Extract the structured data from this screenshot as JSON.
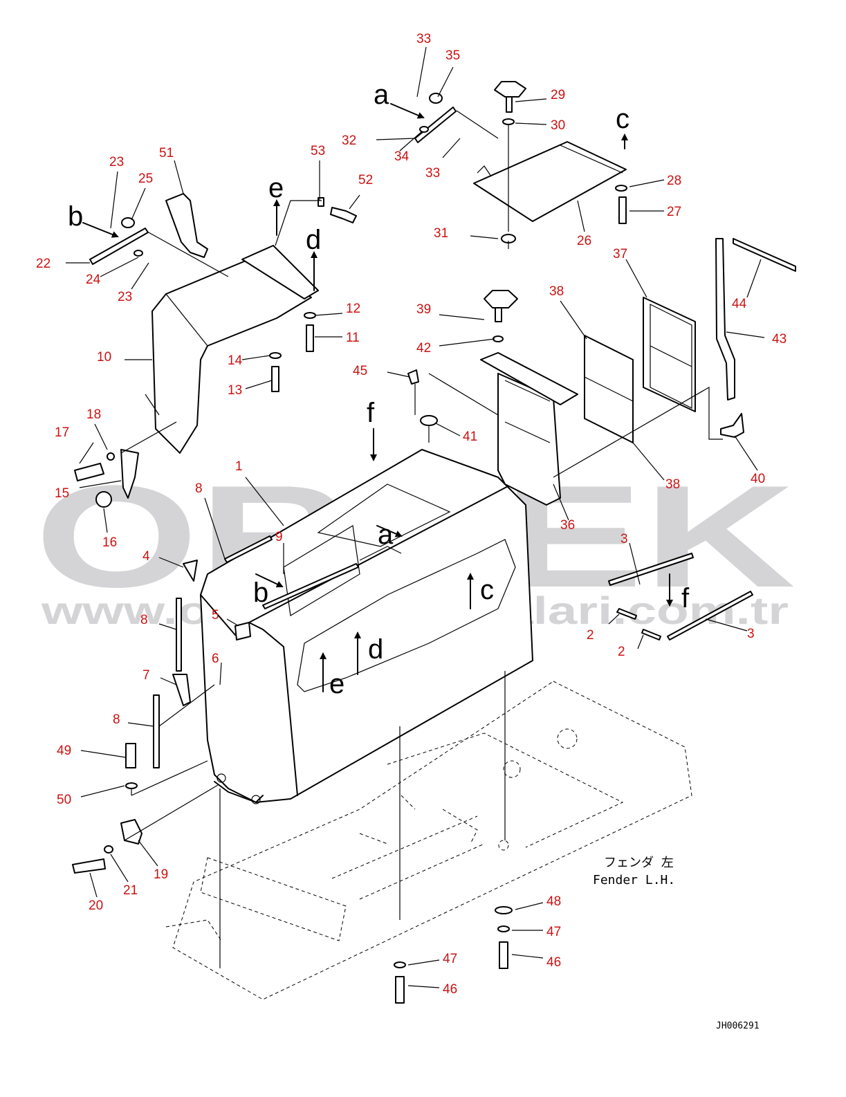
{
  "watermark": {
    "brand": "ORNEK",
    "url": "www.orneksmakinalari.com.tr"
  },
  "caption": {
    "japanese": "フェンダ 左",
    "english": "Fender L.H."
  },
  "drawing_code": "JH006291",
  "view_letters": [
    "a",
    "b",
    "c",
    "d",
    "e",
    "f"
  ],
  "callouts": [
    {
      "id": "c33a",
      "label": "33"
    },
    {
      "id": "c35",
      "label": "35"
    },
    {
      "id": "c32",
      "label": "32"
    },
    {
      "id": "c34",
      "label": "34"
    },
    {
      "id": "c33b",
      "label": "33"
    },
    {
      "id": "c29",
      "label": "29"
    },
    {
      "id": "c30",
      "label": "30"
    },
    {
      "id": "c28",
      "label": "28"
    },
    {
      "id": "c27",
      "label": "27"
    },
    {
      "id": "c31",
      "label": "31"
    },
    {
      "id": "c26",
      "label": "26"
    },
    {
      "id": "c23a",
      "label": "23"
    },
    {
      "id": "c25",
      "label": "25"
    },
    {
      "id": "c51",
      "label": "51"
    },
    {
      "id": "c53",
      "label": "53"
    },
    {
      "id": "c52",
      "label": "52"
    },
    {
      "id": "c22",
      "label": "22"
    },
    {
      "id": "c24",
      "label": "24"
    },
    {
      "id": "c23b",
      "label": "23"
    },
    {
      "id": "c10",
      "label": "10"
    },
    {
      "id": "c12",
      "label": "12"
    },
    {
      "id": "c11",
      "label": "11"
    },
    {
      "id": "c14",
      "label": "14"
    },
    {
      "id": "c13",
      "label": "13"
    },
    {
      "id": "c37",
      "label": "37"
    },
    {
      "id": "c38a",
      "label": "38"
    },
    {
      "id": "c39",
      "label": "39"
    },
    {
      "id": "c42",
      "label": "42"
    },
    {
      "id": "c45",
      "label": "45"
    },
    {
      "id": "c44",
      "label": "44"
    },
    {
      "id": "c43",
      "label": "43"
    },
    {
      "id": "c41",
      "label": "41"
    },
    {
      "id": "c40",
      "label": "40"
    },
    {
      "id": "c38b",
      "label": "38"
    },
    {
      "id": "c36",
      "label": "36"
    },
    {
      "id": "c18",
      "label": "18"
    },
    {
      "id": "c17",
      "label": "17"
    },
    {
      "id": "c15",
      "label": "15"
    },
    {
      "id": "c16",
      "label": "16"
    },
    {
      "id": "c1",
      "label": "1"
    },
    {
      "id": "c8a",
      "label": "8"
    },
    {
      "id": "c4",
      "label": "4"
    },
    {
      "id": "c9",
      "label": "9"
    },
    {
      "id": "c5",
      "label": "5"
    },
    {
      "id": "c8b",
      "label": "8"
    },
    {
      "id": "c6",
      "label": "6"
    },
    {
      "id": "c7",
      "label": "7"
    },
    {
      "id": "c8c",
      "label": "8"
    },
    {
      "id": "c3a",
      "label": "3"
    },
    {
      "id": "c2a",
      "label": "2"
    },
    {
      "id": "c2b",
      "label": "2"
    },
    {
      "id": "c3b",
      "label": "3"
    },
    {
      "id": "c49",
      "label": "49"
    },
    {
      "id": "c50",
      "label": "50"
    },
    {
      "id": "c19",
      "label": "19"
    },
    {
      "id": "c20",
      "label": "20"
    },
    {
      "id": "c21",
      "label": "21"
    },
    {
      "id": "c48",
      "label": "48"
    },
    {
      "id": "c47a",
      "label": "47"
    },
    {
      "id": "c46a",
      "label": "46"
    },
    {
      "id": "c47b",
      "label": "47"
    },
    {
      "id": "c46b",
      "label": "46"
    }
  ]
}
